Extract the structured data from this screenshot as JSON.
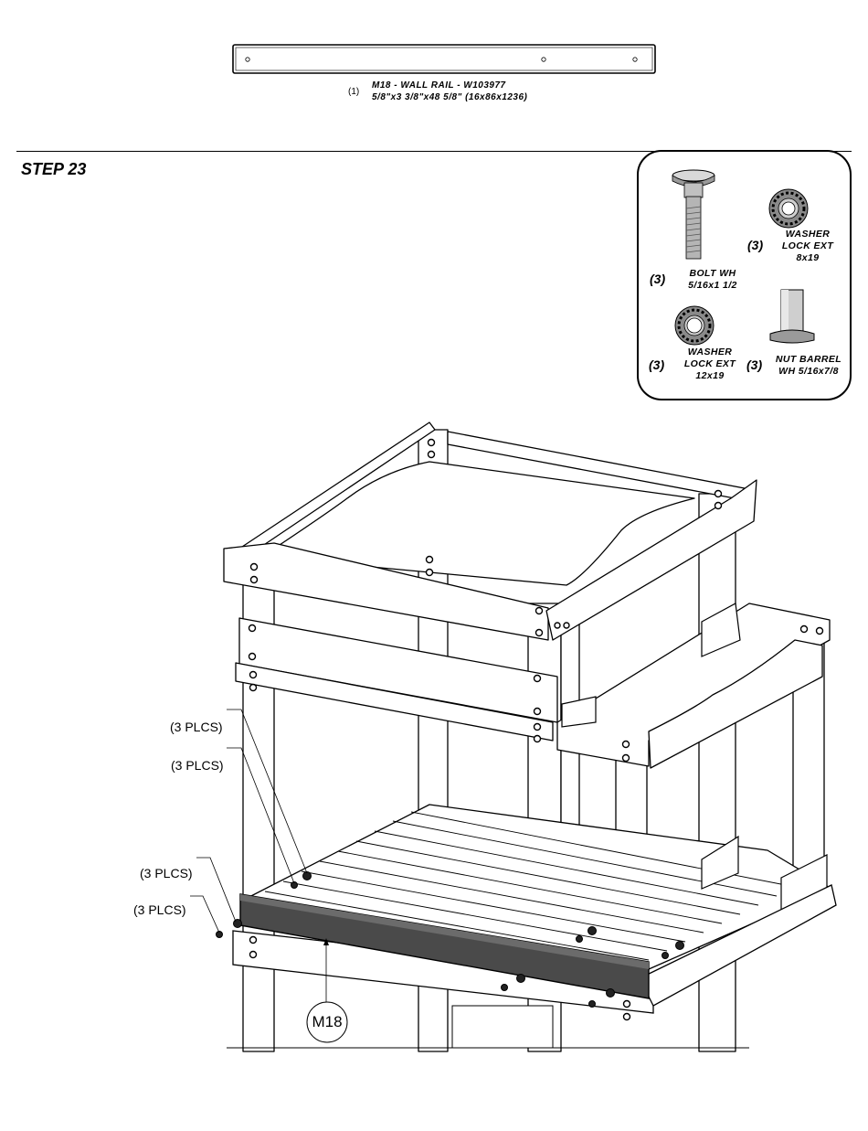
{
  "part": {
    "qty": "(1)",
    "name": "M18 - WALL RAIL - W103977",
    "dims": "5/8\"x3 3/8\"x48 5/8\" (16x86x1236)"
  },
  "step": {
    "title": "STEP 23"
  },
  "hardware": [
    {
      "qty": "(3)",
      "line1": "BOLT WH",
      "line2": "5/16x1 1/2",
      "line3": "",
      "icon": "bolt-icon"
    },
    {
      "qty": "(3)",
      "line1": "WASHER",
      "line2": "LOCK EXT",
      "line3": "8x19",
      "icon": "washer-icon"
    },
    {
      "qty": "(3)",
      "line1": "WASHER",
      "line2": "LOCK EXT",
      "line3": "12x19",
      "icon": "washer-icon"
    },
    {
      "qty": "(3)",
      "line1": "NUT BARREL",
      "line2": "WH 5/16x7/8",
      "line3": "",
      "icon": "barrel-nut-icon"
    }
  ],
  "callouts": {
    "plcs": "(3 PLCS)",
    "part_ref": "M18"
  }
}
